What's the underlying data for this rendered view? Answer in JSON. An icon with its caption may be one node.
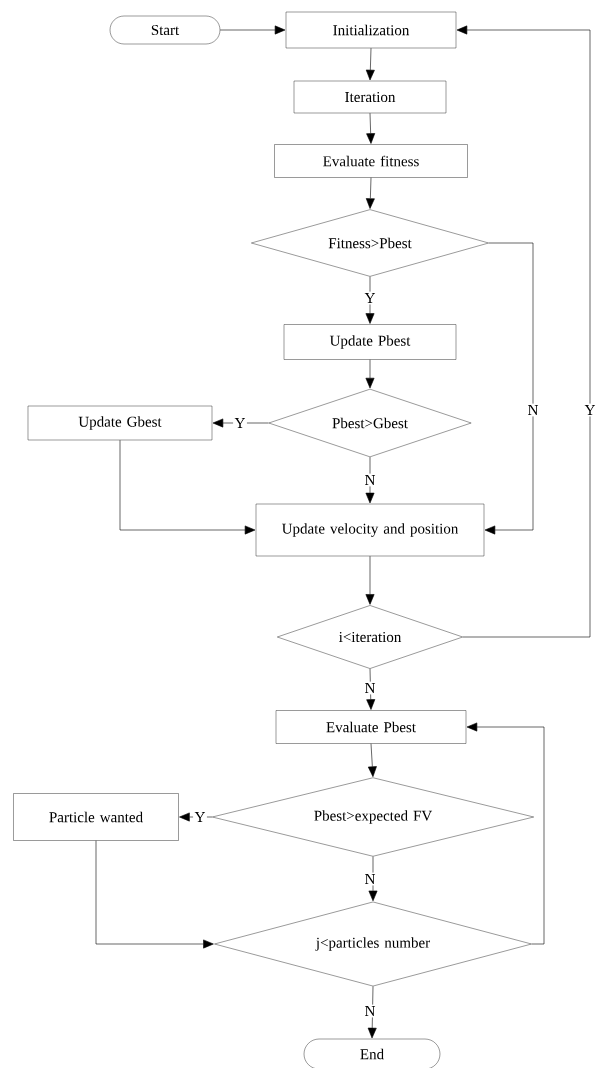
{
  "diagram": {
    "nodes": [
      {
        "text": [
          "Start"
        ]
      },
      {
        "text": [
          "Initialization"
        ]
      },
      {
        "text": [
          "Iteration"
        ]
      },
      {
        "text": [
          "Evaluate fitness"
        ]
      },
      {
        "text": [
          "Fitness>Pbest"
        ]
      },
      {
        "text": [
          "Update Pbest"
        ]
      },
      {
        "text": [
          "Pbest>Gbest"
        ]
      },
      {
        "text": [
          "Update Gbest"
        ]
      },
      {
        "text": [
          "Update velocity and position"
        ]
      },
      {
        "text": [
          "i<iteration"
        ]
      },
      {
        "text": [
          "Evaluate Pbest"
        ]
      },
      {
        "text": [
          "Pbest>expected FV"
        ]
      },
      {
        "text": [
          "Particle wanted"
        ]
      },
      {
        "text": [
          "j<particles number"
        ]
      },
      {
        "text": [
          "End"
        ]
      }
    ],
    "edges": [
      {
        "from": 0,
        "to": 1,
        "arrow": "to"
      },
      {
        "from": 1,
        "to": 2,
        "arrow": "to"
      },
      {
        "from": 2,
        "to": 3,
        "arrow": "to"
      },
      {
        "from": 3,
        "to": 4,
        "arrow": "to"
      },
      {
        "from": 4,
        "to": 5,
        "arrow": "to",
        "label": "Y"
      },
      {
        "from": 4,
        "to": 8,
        "arrow": "to",
        "label": "N"
      },
      {
        "from": 5,
        "to": 6,
        "arrow": "to"
      },
      {
        "from": 6,
        "to": 7,
        "arrow": "to",
        "label": "Y"
      },
      {
        "from": 6,
        "to": 8,
        "arrow": "to",
        "label": "N"
      },
      {
        "from": 7,
        "to": 8,
        "arrow": "to"
      },
      {
        "from": 8,
        "to": 9,
        "arrow": "to"
      },
      {
        "from": 9,
        "to": 1,
        "arrow": "to",
        "label": "Y"
      },
      {
        "from": 9,
        "to": 10,
        "arrow": "to",
        "label": "N"
      },
      {
        "from": 10,
        "to": 11,
        "arrow": "to"
      },
      {
        "from": 11,
        "to": 12,
        "arrow": "to",
        "label": "Y"
      },
      {
        "from": 11,
        "to": 13,
        "arrow": "to",
        "label": "N"
      },
      {
        "from": 12,
        "to": 13,
        "arrow": "to"
      },
      {
        "from": 13,
        "to": 10,
        "arrow": "to"
      },
      {
        "from": 13,
        "to": 14,
        "arrow": "to",
        "label": "N"
      }
    ]
  }
}
